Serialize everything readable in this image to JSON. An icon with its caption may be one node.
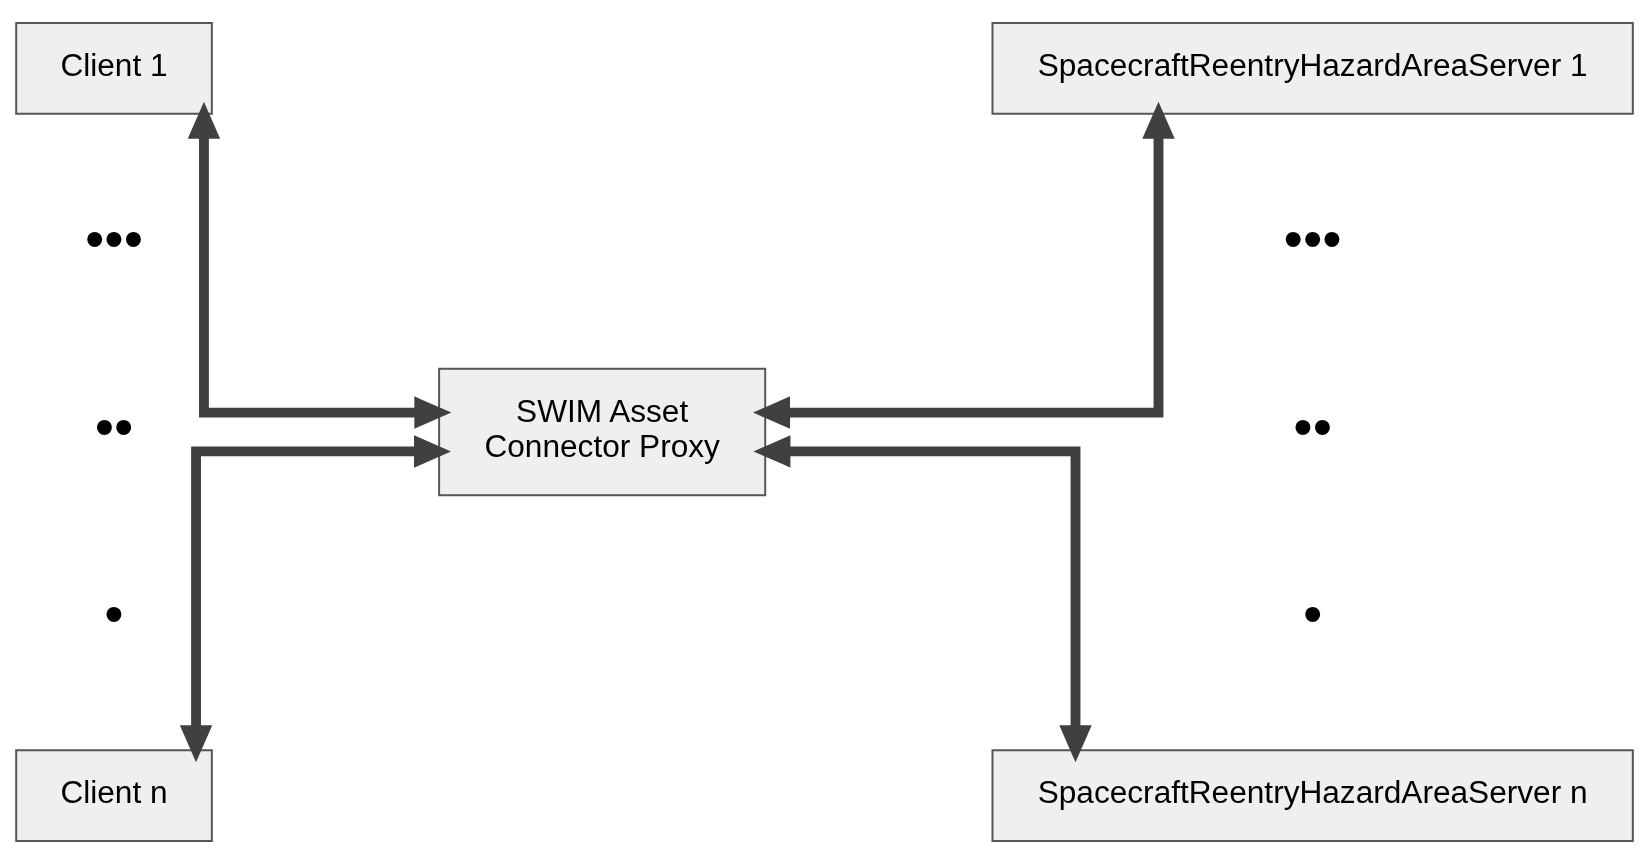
{
  "diagram": {
    "nodes": [
      {
        "text": [
          "Client 1"
        ]
      },
      {
        "text": [
          "SpacecraftReentryHazardAreaServer 1"
        ]
      },
      {
        "text": [
          "SWIM Asset Connector Proxy"
        ]
      },
      {
        "text": [
          "Client n"
        ]
      },
      {
        "text": [
          "SpacecraftReentryHazardAreaServer n"
        ]
      }
    ],
    "edges": [
      {
        "from": 0,
        "to": 2,
        "arrow": "both"
      },
      {
        "from": 3,
        "to": 2,
        "arrow": "both"
      },
      {
        "from": 2,
        "to": 1,
        "arrow": "both"
      },
      {
        "from": 2,
        "to": 4,
        "arrow": "both"
      }
    ],
    "labels": [
      "•••",
      "•••",
      "••",
      "••",
      "•",
      "•"
    ]
  }
}
